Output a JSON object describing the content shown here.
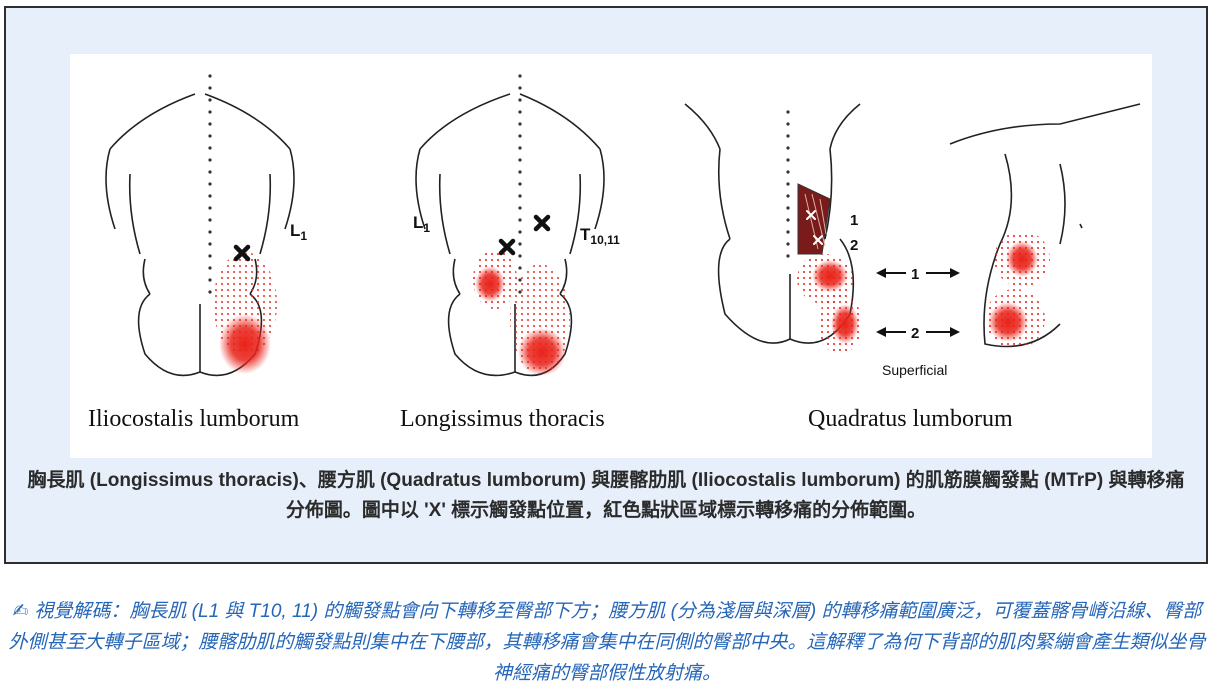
{
  "figure": {
    "panels": [
      {
        "caption": "Iliocostalis lumborum",
        "labels": [
          "L",
          "1"
        ]
      },
      {
        "caption": "Longissimus thoracis",
        "labels": [
          "L",
          "1",
          "T",
          "10,11"
        ]
      },
      {
        "caption": "Quadratus lumborum",
        "labels": [
          "1",
          "2",
          "1",
          "2",
          "Superficial"
        ]
      }
    ],
    "caption": "胸長肌 (Longissimus thoracis)、腰方肌 (Quadratus lumborum) 與腰髂肋肌 (Iliocostalis lumborum) 的肌筋膜觸發點 (MTrP) 與轉移痛分佈圖。圖中以 'X' 標示觸發點位置，紅色點狀區域標示轉移痛的分佈範圍。"
  },
  "note": {
    "icon": "✍",
    "text": "視覺解碼：胸長肌 (L1 與 T10, 11) 的觸發點會向下轉移至臀部下方；腰方肌 (分為淺層與深層) 的轉移痛範圍廣泛，可覆蓋髂骨嵴沿線、臀部外側甚至大轉子區域；腰髂肋肌的觸發點則集中在下腰部，其轉移痛會集中在同側的臀部中央。這解釋了為何下背部的肌肉緊繃會產生類似坐骨神經痛的臀部假性放射痛。"
  },
  "colors": {
    "frame_bg": "#e7effb",
    "pain_red": "#e8231a",
    "note_blue": "#2566b8"
  }
}
